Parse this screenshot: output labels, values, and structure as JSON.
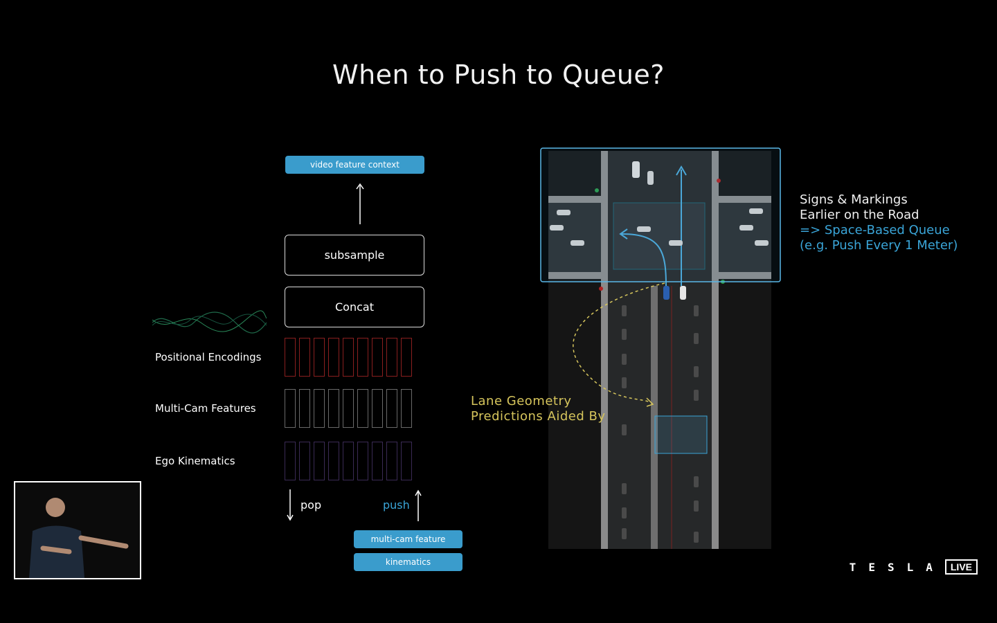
{
  "slide": {
    "title": "When to Push to Queue?"
  },
  "diagram": {
    "output_label": "video feature context",
    "subsample_label": "subsample",
    "concat_label": "Concat",
    "rows": [
      {
        "label": "Positional Encodings",
        "color": "#8a1f1f"
      },
      {
        "label": "Multi-Cam Features",
        "color": "#6a6a6a"
      },
      {
        "label": "Ego Kinematics",
        "color": "#3a2a55"
      }
    ],
    "pop_label": "pop",
    "push_label": "push",
    "input_pills": [
      "multi-cam feature",
      "kinematics"
    ]
  },
  "map": {
    "lane_note": [
      "Lane Geometry",
      "Predictions Aided By"
    ],
    "side_note_white": [
      "Signs & Markings",
      "Earlier on the Road"
    ],
    "side_note_blue": [
      "=> Space-Based Queue",
      "(e.g. Push Every 1 Meter)"
    ]
  },
  "branding": {
    "letters": [
      "T",
      "E",
      "S",
      "L",
      "A"
    ],
    "live": "LIVE"
  },
  "colors": {
    "accent_blue": "#3a9ccc",
    "lane_yellow": "#d6c55c",
    "highlight_box": "#5ab8e8"
  }
}
